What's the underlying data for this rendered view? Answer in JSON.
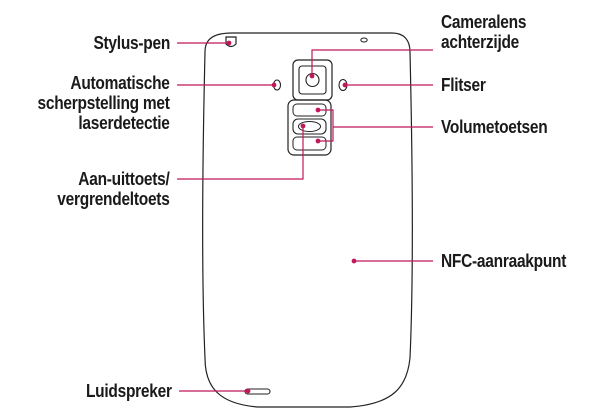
{
  "labels": {
    "stylus_pen": [
      "Stylus-pen"
    ],
    "autofocus": [
      "Automatische",
      "scherpstelling met",
      "laserdetectie"
    ],
    "power_lock": [
      "Aan-uittoets/",
      "vergrendeltoets"
    ],
    "speaker": [
      "Luidspreker"
    ],
    "camera_lens": [
      "Cameralens",
      "achterzijde"
    ],
    "flash": [
      "Flitser"
    ],
    "volume_keys": [
      "Volumetoetsen"
    ],
    "nfc": [
      "NFC-aanraakpunt"
    ]
  },
  "colors": {
    "leader_line": "#c0185a",
    "outline": "#222222",
    "text": "#1a1a1a"
  }
}
